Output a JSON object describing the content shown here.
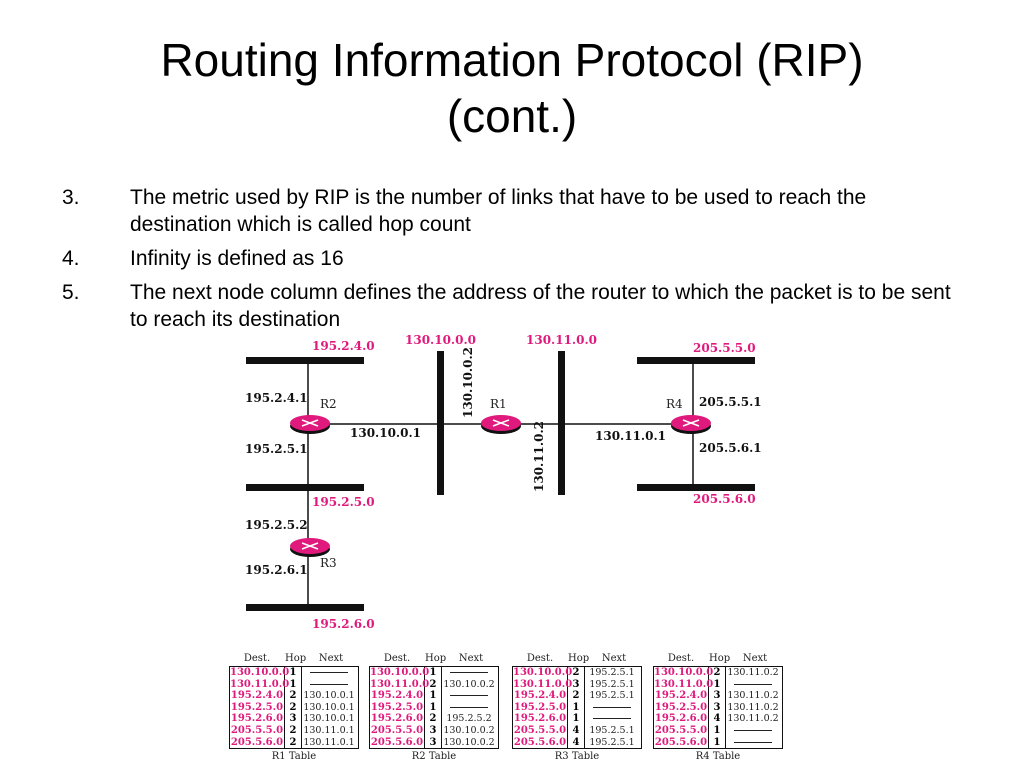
{
  "slide": {
    "title_line1": "Routing Information Protocol (RIP)",
    "title_line2": "(cont.)",
    "bullets": [
      {
        "num": "3.",
        "text": "The metric used by RIP is the number of links that have to be used to reach the destination which is called hop count"
      },
      {
        "num": "4.",
        "text": "Infinity is defined as 16"
      },
      {
        "num": "5.",
        "text": "The next node column defines the address of the router to which the packet is to be sent to reach its destination"
      }
    ]
  },
  "diagram": {
    "networks": {
      "n1": "195.2.4.0",
      "n2": "130.10.0.0",
      "n3": "130.11.0.0",
      "n4": "205.5.5.0",
      "n5": "195.2.5.0",
      "n6": "205.5.6.0",
      "n7": "195.2.6.0"
    },
    "routers": {
      "r1": "R1",
      "r2": "R2",
      "r3": "R3",
      "r4": "R4"
    },
    "interfaces": {
      "r2_up": "195.2.4.1",
      "r2_down": "195.2.5.1",
      "r2_right": "130.10.0.1",
      "r1_left": "130.10.0.2",
      "r1_right": "130.11.0.2",
      "r4_left": "130.11.0.1",
      "r4_up": "205.5.5.1",
      "r4_down": "205.5.6.1",
      "r3_up": "195.2.5.2",
      "r3_down": "195.2.6.1"
    },
    "colors": {
      "network_label": "#e0197d",
      "router": "#e0197d"
    }
  },
  "tables": {
    "headers": {
      "dest": "Dest.",
      "hop": "Hop",
      "next": "Next"
    },
    "list": [
      {
        "caption": "R1 Table",
        "rows": [
          {
            "dest": "130.10.0.0",
            "hop": "1",
            "next": ""
          },
          {
            "dest": "130.11.0.0",
            "hop": "1",
            "next": ""
          },
          {
            "dest": "195.2.4.0",
            "hop": "2",
            "next": "130.10.0.1"
          },
          {
            "dest": "195.2.5.0",
            "hop": "2",
            "next": "130.10.0.1"
          },
          {
            "dest": "195.2.6.0",
            "hop": "3",
            "next": "130.10.0.1"
          },
          {
            "dest": "205.5.5.0",
            "hop": "2",
            "next": "130.11.0.1"
          },
          {
            "dest": "205.5.6.0",
            "hop": "2",
            "next": "130.11.0.1"
          }
        ]
      },
      {
        "caption": "R2 Table",
        "rows": [
          {
            "dest": "130.10.0.0",
            "hop": "1",
            "next": ""
          },
          {
            "dest": "130.11.0.0",
            "hop": "2",
            "next": "130.10.0.2"
          },
          {
            "dest": "195.2.4.0",
            "hop": "1",
            "next": ""
          },
          {
            "dest": "195.2.5.0",
            "hop": "1",
            "next": ""
          },
          {
            "dest": "195.2.6.0",
            "hop": "2",
            "next": "195.2.5.2"
          },
          {
            "dest": "205.5.5.0",
            "hop": "3",
            "next": "130.10.0.2"
          },
          {
            "dest": "205.5.6.0",
            "hop": "3",
            "next": "130.10.0.2"
          }
        ]
      },
      {
        "caption": "R3 Table",
        "rows": [
          {
            "dest": "130.10.0.0",
            "hop": "2",
            "next": "195.2.5.1"
          },
          {
            "dest": "130.11.0.0",
            "hop": "3",
            "next": "195.2.5.1"
          },
          {
            "dest": "195.2.4.0",
            "hop": "2",
            "next": "195.2.5.1"
          },
          {
            "dest": "195.2.5.0",
            "hop": "1",
            "next": ""
          },
          {
            "dest": "195.2.6.0",
            "hop": "1",
            "next": ""
          },
          {
            "dest": "205.5.5.0",
            "hop": "4",
            "next": "195.2.5.1"
          },
          {
            "dest": "205.5.6.0",
            "hop": "4",
            "next": "195.2.5.1"
          }
        ]
      },
      {
        "caption": "R4 Table",
        "rows": [
          {
            "dest": "130.10.0.0",
            "hop": "2",
            "next": "130.11.0.2"
          },
          {
            "dest": "130.11.0.0",
            "hop": "1",
            "next": ""
          },
          {
            "dest": "195.2.4.0",
            "hop": "3",
            "next": "130.11.0.2"
          },
          {
            "dest": "195.2.5.0",
            "hop": "3",
            "next": "130.11.0.2"
          },
          {
            "dest": "195.2.6.0",
            "hop": "4",
            "next": "130.11.0.2"
          },
          {
            "dest": "205.5.5.0",
            "hop": "1",
            "next": ""
          },
          {
            "dest": "205.5.6.0",
            "hop": "1",
            "next": ""
          }
        ]
      }
    ]
  }
}
